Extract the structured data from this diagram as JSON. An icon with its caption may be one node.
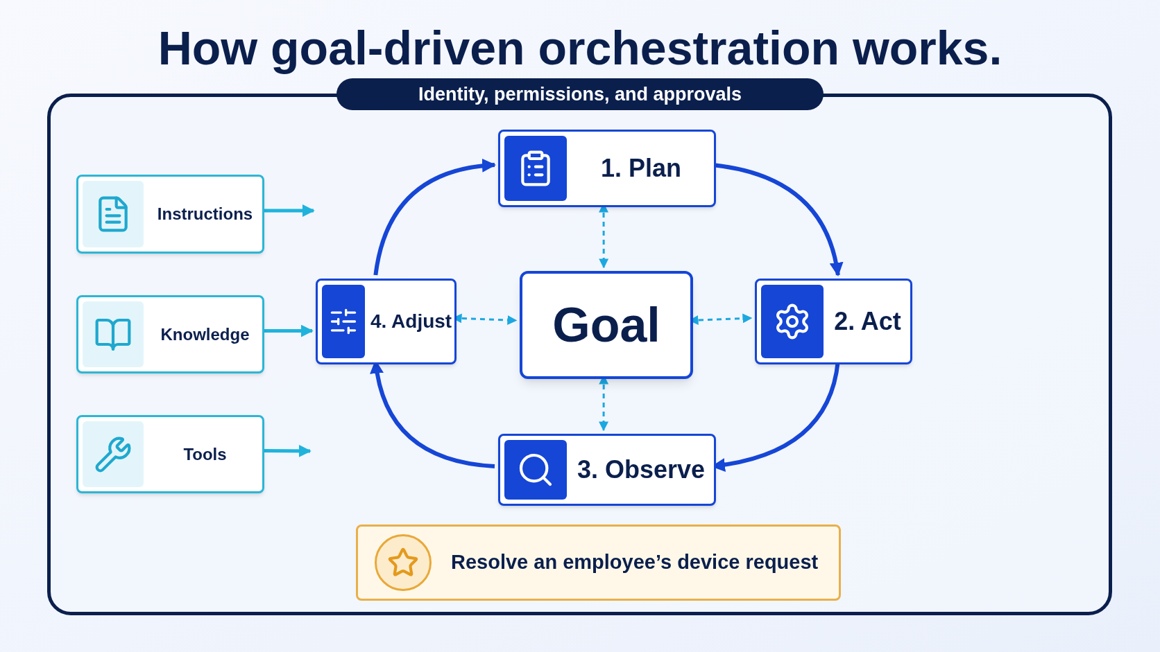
{
  "diagram": {
    "title": "How goal-driven orchestration works.",
    "nodes": [
      {
        "text": [
          "Identity, permissions, and approvals"
        ]
      },
      {
        "text": [
          "Instructions"
        ],
        "in": 0
      },
      {
        "text": [
          "Knowledge"
        ],
        "in": 0
      },
      {
        "text": [
          "Tools"
        ],
        "in": 0
      },
      {
        "text": [
          "1. Plan"
        ],
        "in": 0
      },
      {
        "text": [
          "4. Adjust"
        ],
        "in": 0
      },
      {
        "text": [
          "Goal"
        ],
        "in": 0
      },
      {
        "text": [
          "2. Act"
        ],
        "in": 0
      },
      {
        "text": [
          "3. Observe"
        ],
        "in": 0
      },
      {
        "text": [
          "Resolve an employee’s device request"
        ],
        "in": 0
      }
    ],
    "edges": [
      {
        "from": 1,
        "to": null,
        "arrow": "to",
        "color": "#1fb3dc"
      },
      {
        "from": 2,
        "to": 5,
        "arrow": "to",
        "color": "#1fb3dc"
      },
      {
        "from": 3,
        "to": null,
        "arrow": "to",
        "color": "#1fb3dc"
      },
      {
        "from": 5,
        "to": 4,
        "arrow": "to"
      },
      {
        "from": 4,
        "to": 7,
        "arrow": "to"
      },
      {
        "from": 7,
        "to": 8,
        "arrow": "to"
      },
      {
        "from": 8,
        "to": 5,
        "arrow": "to"
      },
      {
        "from": 4,
        "to": 6,
        "arrow": "both",
        "style": "dashed",
        "color": "#1ba8e0"
      },
      {
        "from": 5,
        "to": 6,
        "arrow": "both",
        "style": "dashed",
        "color": "#1ba8e0"
      },
      {
        "from": 6,
        "to": 7,
        "arrow": "both",
        "style": "dashed",
        "color": "#1ba8e0"
      },
      {
        "from": 6,
        "to": 8,
        "arrow": "both",
        "style": "dashed",
        "color": "#1ba8e0"
      }
    ]
  }
}
